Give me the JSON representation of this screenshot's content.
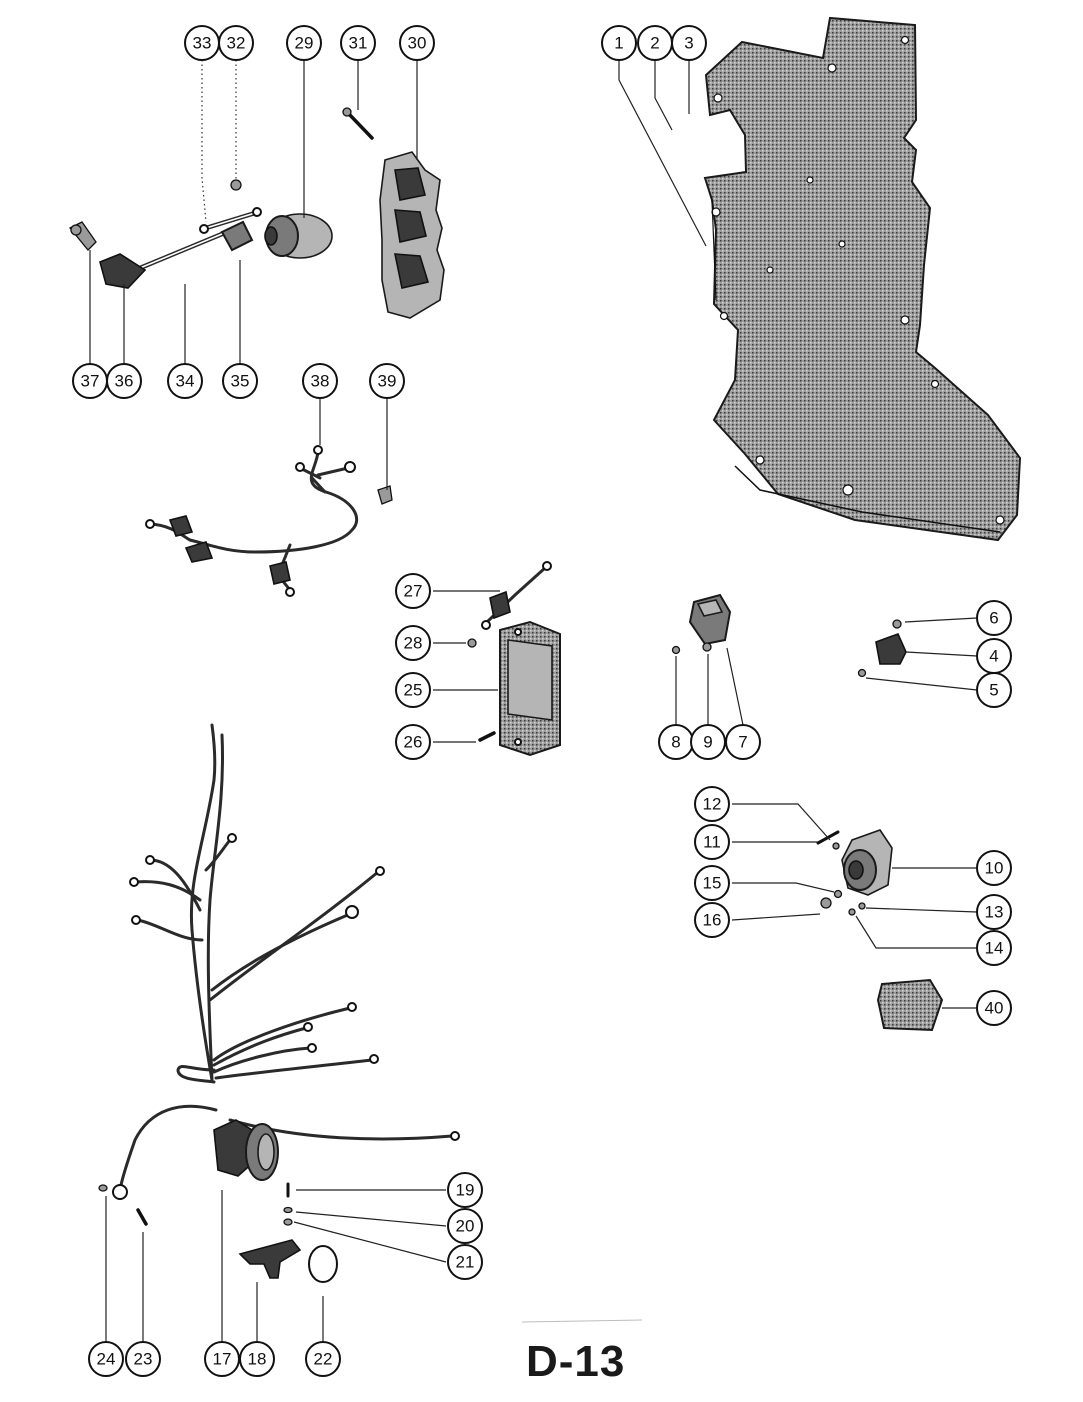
{
  "diagram_label": "D-13",
  "callouts": [
    "1",
    "2",
    "3",
    "4",
    "5",
    "6",
    "7",
    "8",
    "9",
    "10",
    "11",
    "12",
    "13",
    "14",
    "15",
    "16",
    "17",
    "18",
    "19",
    "20",
    "21",
    "22",
    "23",
    "24",
    "25",
    "26",
    "27",
    "28",
    "29",
    "30",
    "31",
    "32",
    "33",
    "34",
    "35",
    "36",
    "37",
    "38",
    "39",
    "40"
  ]
}
